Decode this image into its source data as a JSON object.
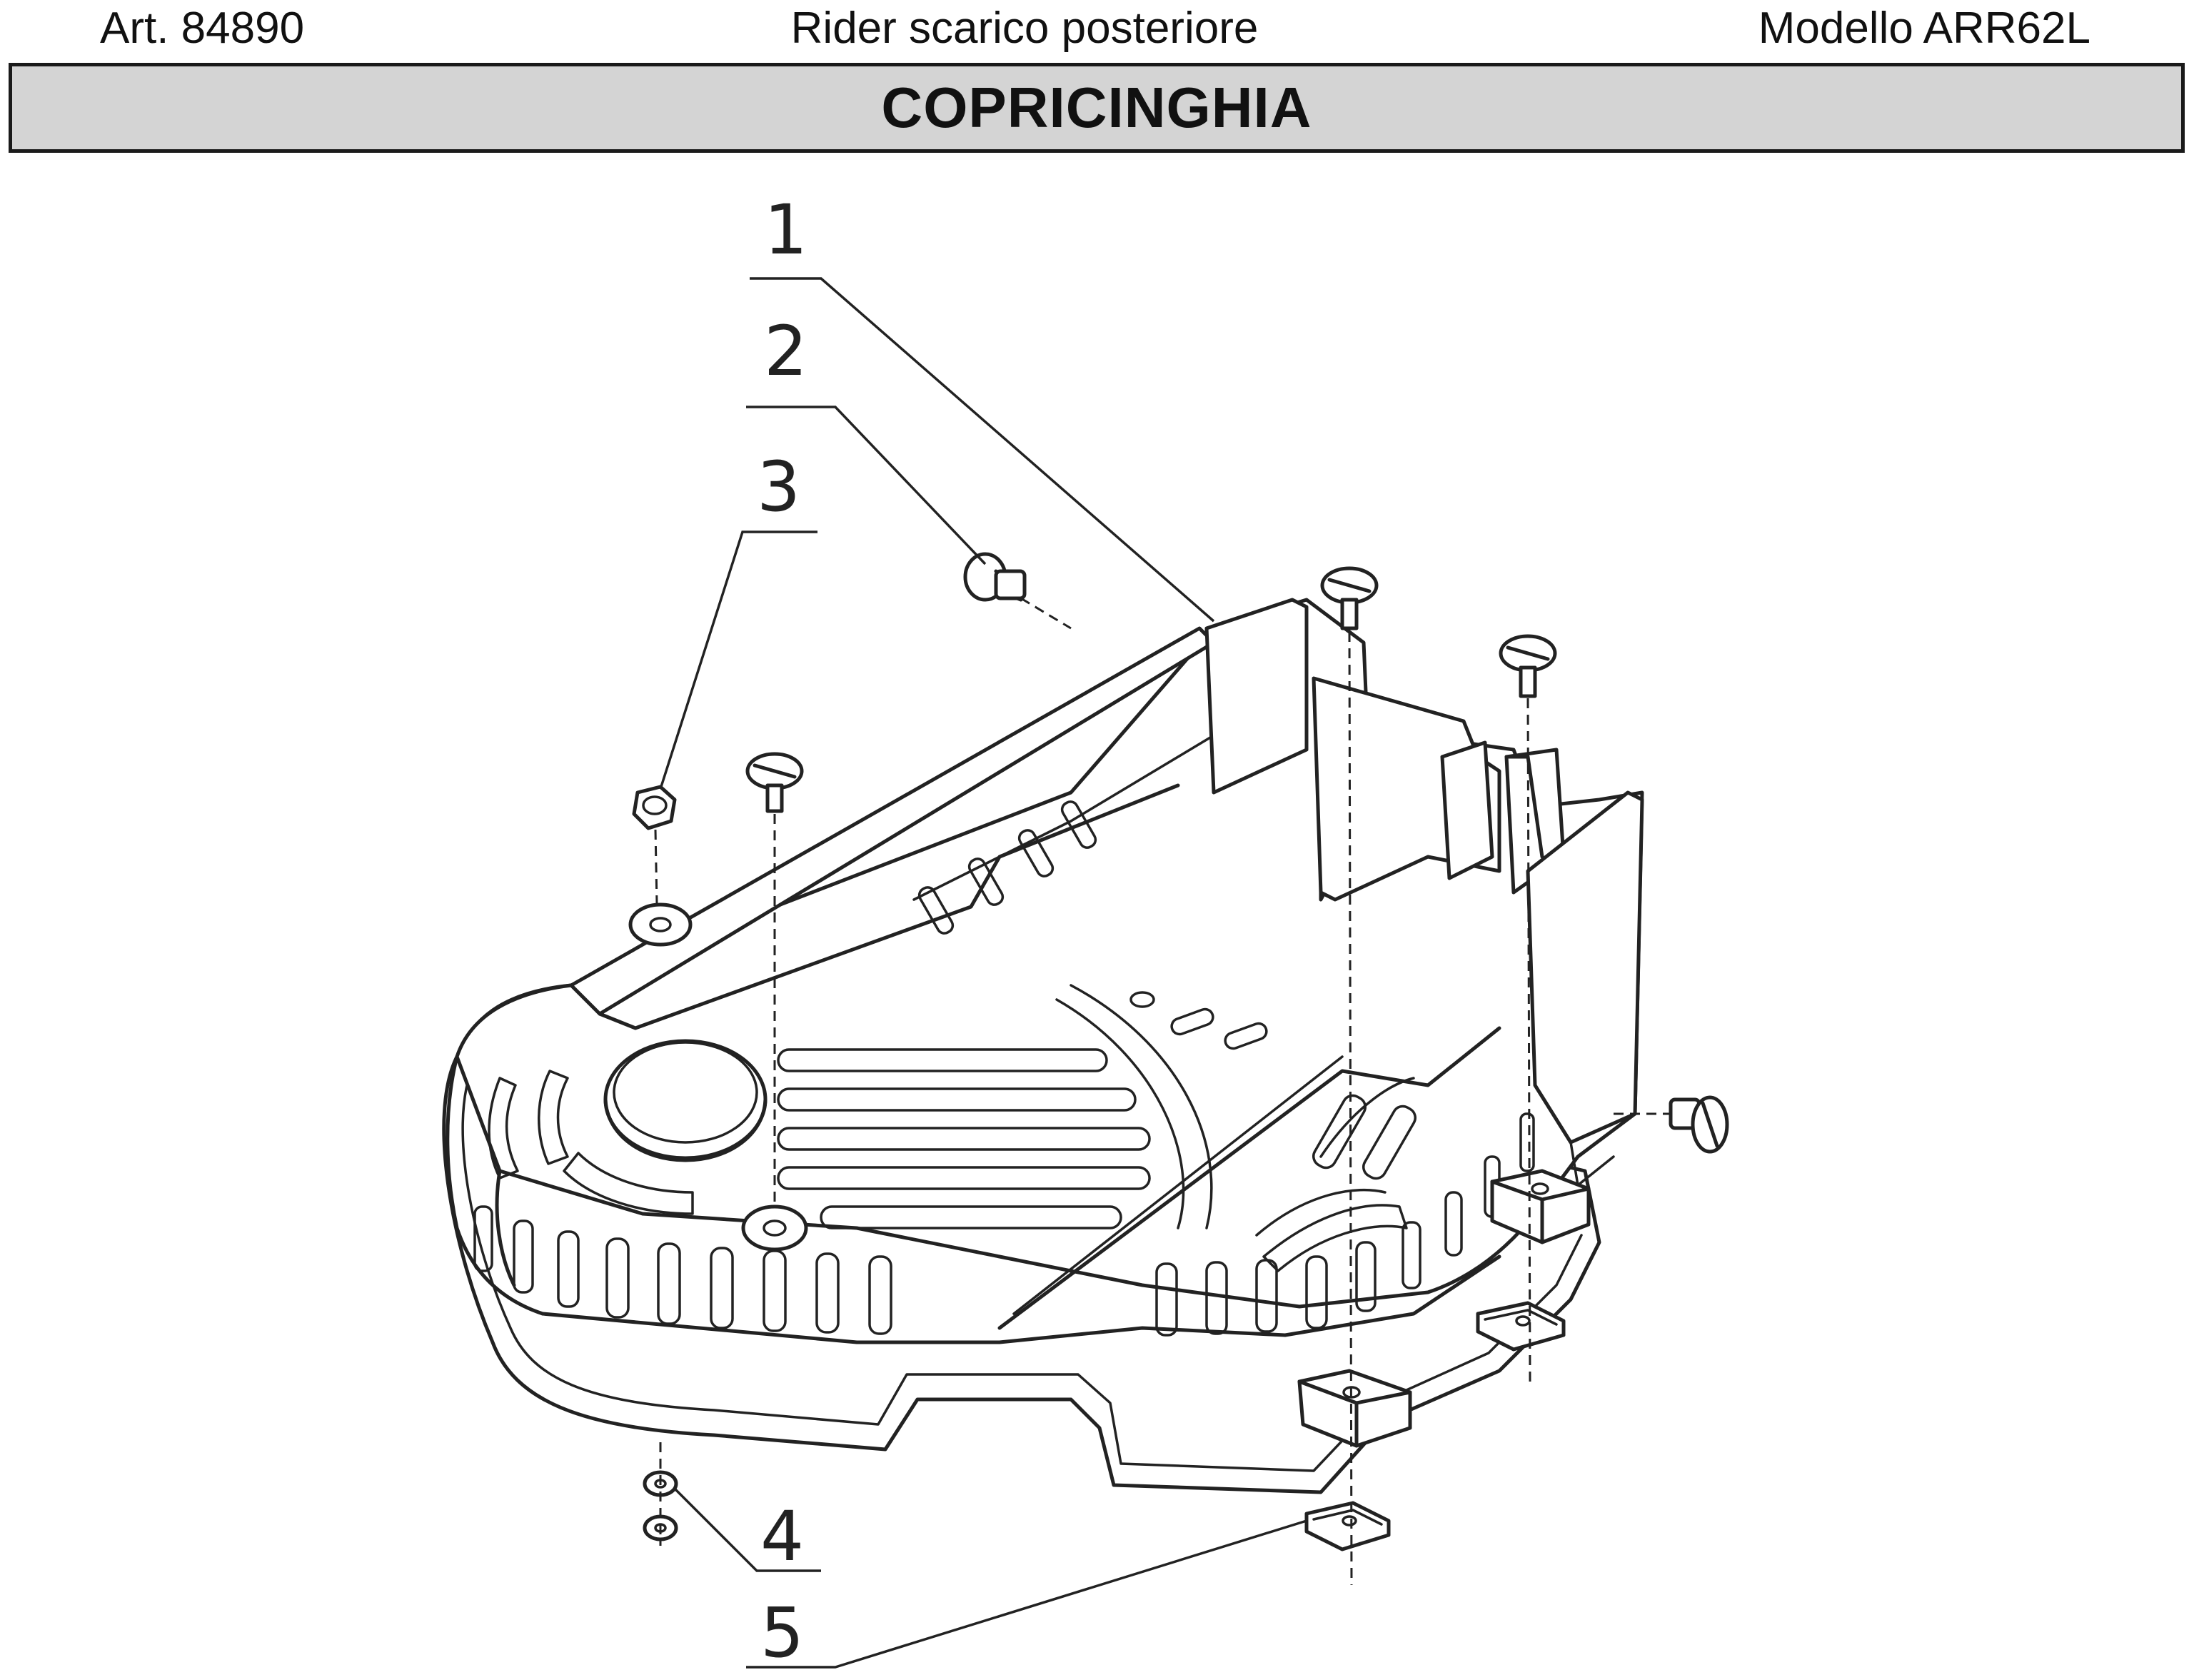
{
  "header": {
    "article": "Art. 84890",
    "description": "Rider scarico posteriore",
    "model": "Modello ARR62L"
  },
  "title": "COPRICINGHIA",
  "callouts": [
    "1",
    "2",
    "3",
    "4",
    "5"
  ]
}
